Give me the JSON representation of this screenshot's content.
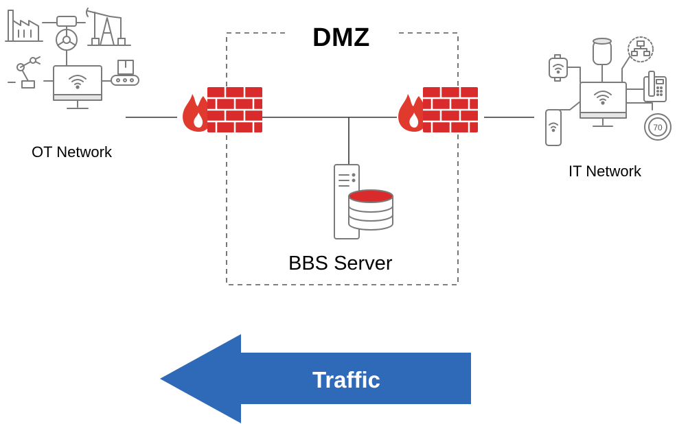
{
  "dmz": {
    "title": "DMZ"
  },
  "ot_network": {
    "label": "OT Network"
  },
  "it_network": {
    "label": "IT Network"
  },
  "server": {
    "label": "BBS Server"
  },
  "traffic": {
    "label": "Traffic",
    "direction": "left"
  },
  "colors": {
    "firewall": "#d92b2b",
    "flame": "#e03a2f",
    "arrow": "#2f6ab8",
    "icon_stroke": "#7a7a7a",
    "line": "#333333"
  },
  "icons": [
    "factory-icon",
    "valve-icon",
    "oil-pump-icon",
    "robot-arm-icon",
    "conveyor-icon",
    "ot-workstation-icon",
    "firewall-left-icon",
    "firewall-right-icon",
    "server-icon",
    "database-icon",
    "it-workstation-icon",
    "smartwatch-icon",
    "smart-speaker-icon",
    "network-cloud-icon",
    "desk-phone-icon",
    "smartphone-icon",
    "thermostat-icon"
  ]
}
